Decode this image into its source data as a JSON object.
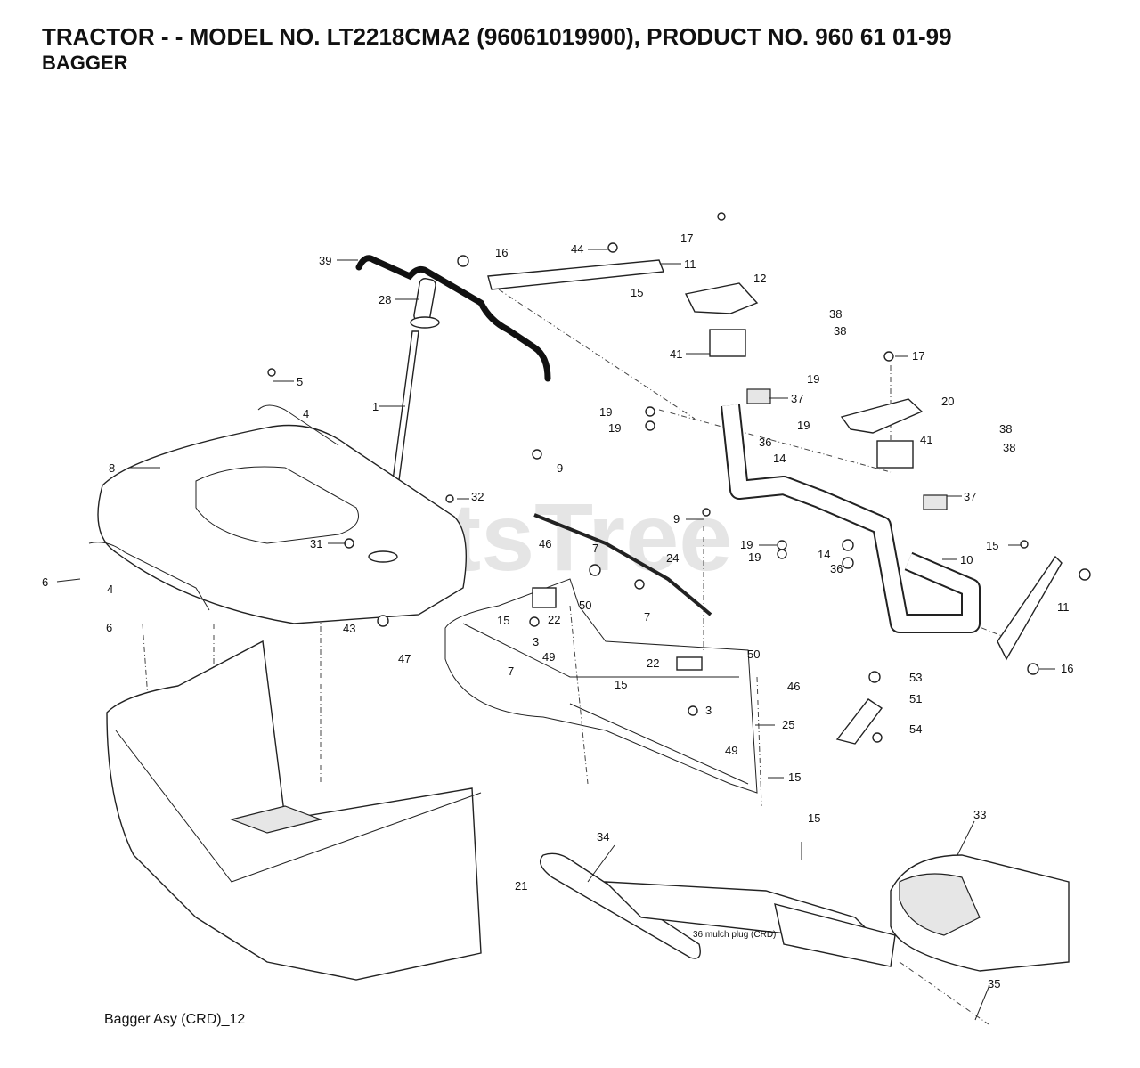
{
  "header": {
    "title": "TRACTOR - - MODEL NO. LT2218CMA2 (96061019900), PRODUCT NO. 960 61 01-99",
    "subtitle": "BAGGER"
  },
  "watermark": "PartsTree",
  "callouts": [
    "39",
    "28",
    "16",
    "44",
    "17",
    "11",
    "15",
    "12",
    "38",
    "38",
    "41",
    "19",
    "37",
    "17",
    "20",
    "5",
    "4",
    "1",
    "19",
    "19",
    "19",
    "36",
    "38",
    "38",
    "41",
    "8",
    "9",
    "14",
    "32",
    "37",
    "9",
    "31",
    "46",
    "7",
    "24",
    "19",
    "19",
    "14",
    "36",
    "15",
    "10",
    "6",
    "4",
    "50",
    "7",
    "11",
    "6",
    "43",
    "15",
    "22",
    "3",
    "47",
    "49",
    "7",
    "22",
    "50",
    "46",
    "53",
    "16",
    "15",
    "3",
    "51",
    "54",
    "25",
    "49",
    "15",
    "15",
    "33",
    "34",
    "21",
    "35"
  ],
  "note_text": "36 mulch plug (CRD)",
  "footer": {
    "label": "Bagger Asy (CRD)_12"
  }
}
